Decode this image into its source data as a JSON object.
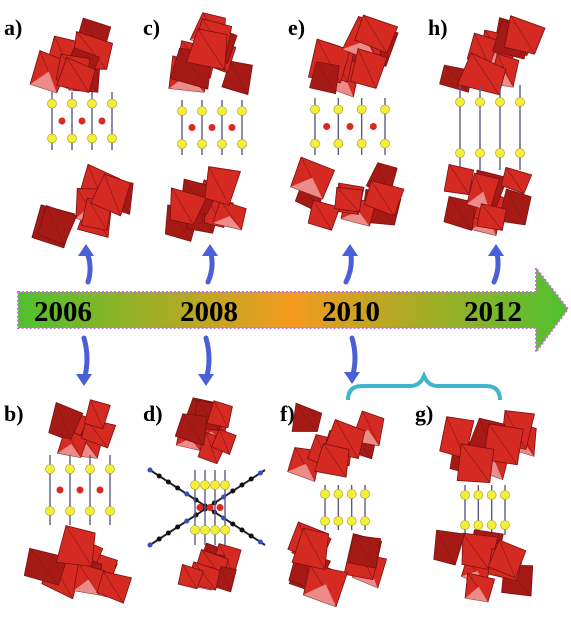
{
  "timeline": {
    "years": [
      "2006",
      "2008",
      "2010",
      "2012"
    ],
    "colors": {
      "arrow_start": "#4fc12e",
      "arrow_mid": "#f39a1e",
      "arrow_end": "#4fc12e",
      "arrow_border": "#c070e0"
    }
  },
  "panels": [
    {
      "label": "a)",
      "year": "2006",
      "row": "top"
    },
    {
      "label": "b)",
      "year": "2006",
      "row": "bottom"
    },
    {
      "label": "c)",
      "year": "2008",
      "row": "top"
    },
    {
      "label": "d)",
      "year": "2008",
      "row": "bottom"
    },
    {
      "label": "e)",
      "year": "2010",
      "row": "top"
    },
    {
      "label": "f)",
      "year": "2010",
      "row": "bottom"
    },
    {
      "label": "g)",
      "year": "2010",
      "row": "bottom"
    },
    {
      "label": "h)",
      "year": "2012",
      "row": "top"
    }
  ],
  "colors": {
    "polyhedron": "#d42a22",
    "polyhedron_dark": "#a61a16",
    "polyhedron_light": "#f2a4a2",
    "metal_atom": "#f3ee3a",
    "oxygen_atom": "#d92a22",
    "bond": "#5a5a8a",
    "pointer_arrow": "#4a60d8",
    "brace": "#3fb6cc",
    "carbon_atom": "#111111",
    "nitrogen_atom": "#3050c0"
  }
}
